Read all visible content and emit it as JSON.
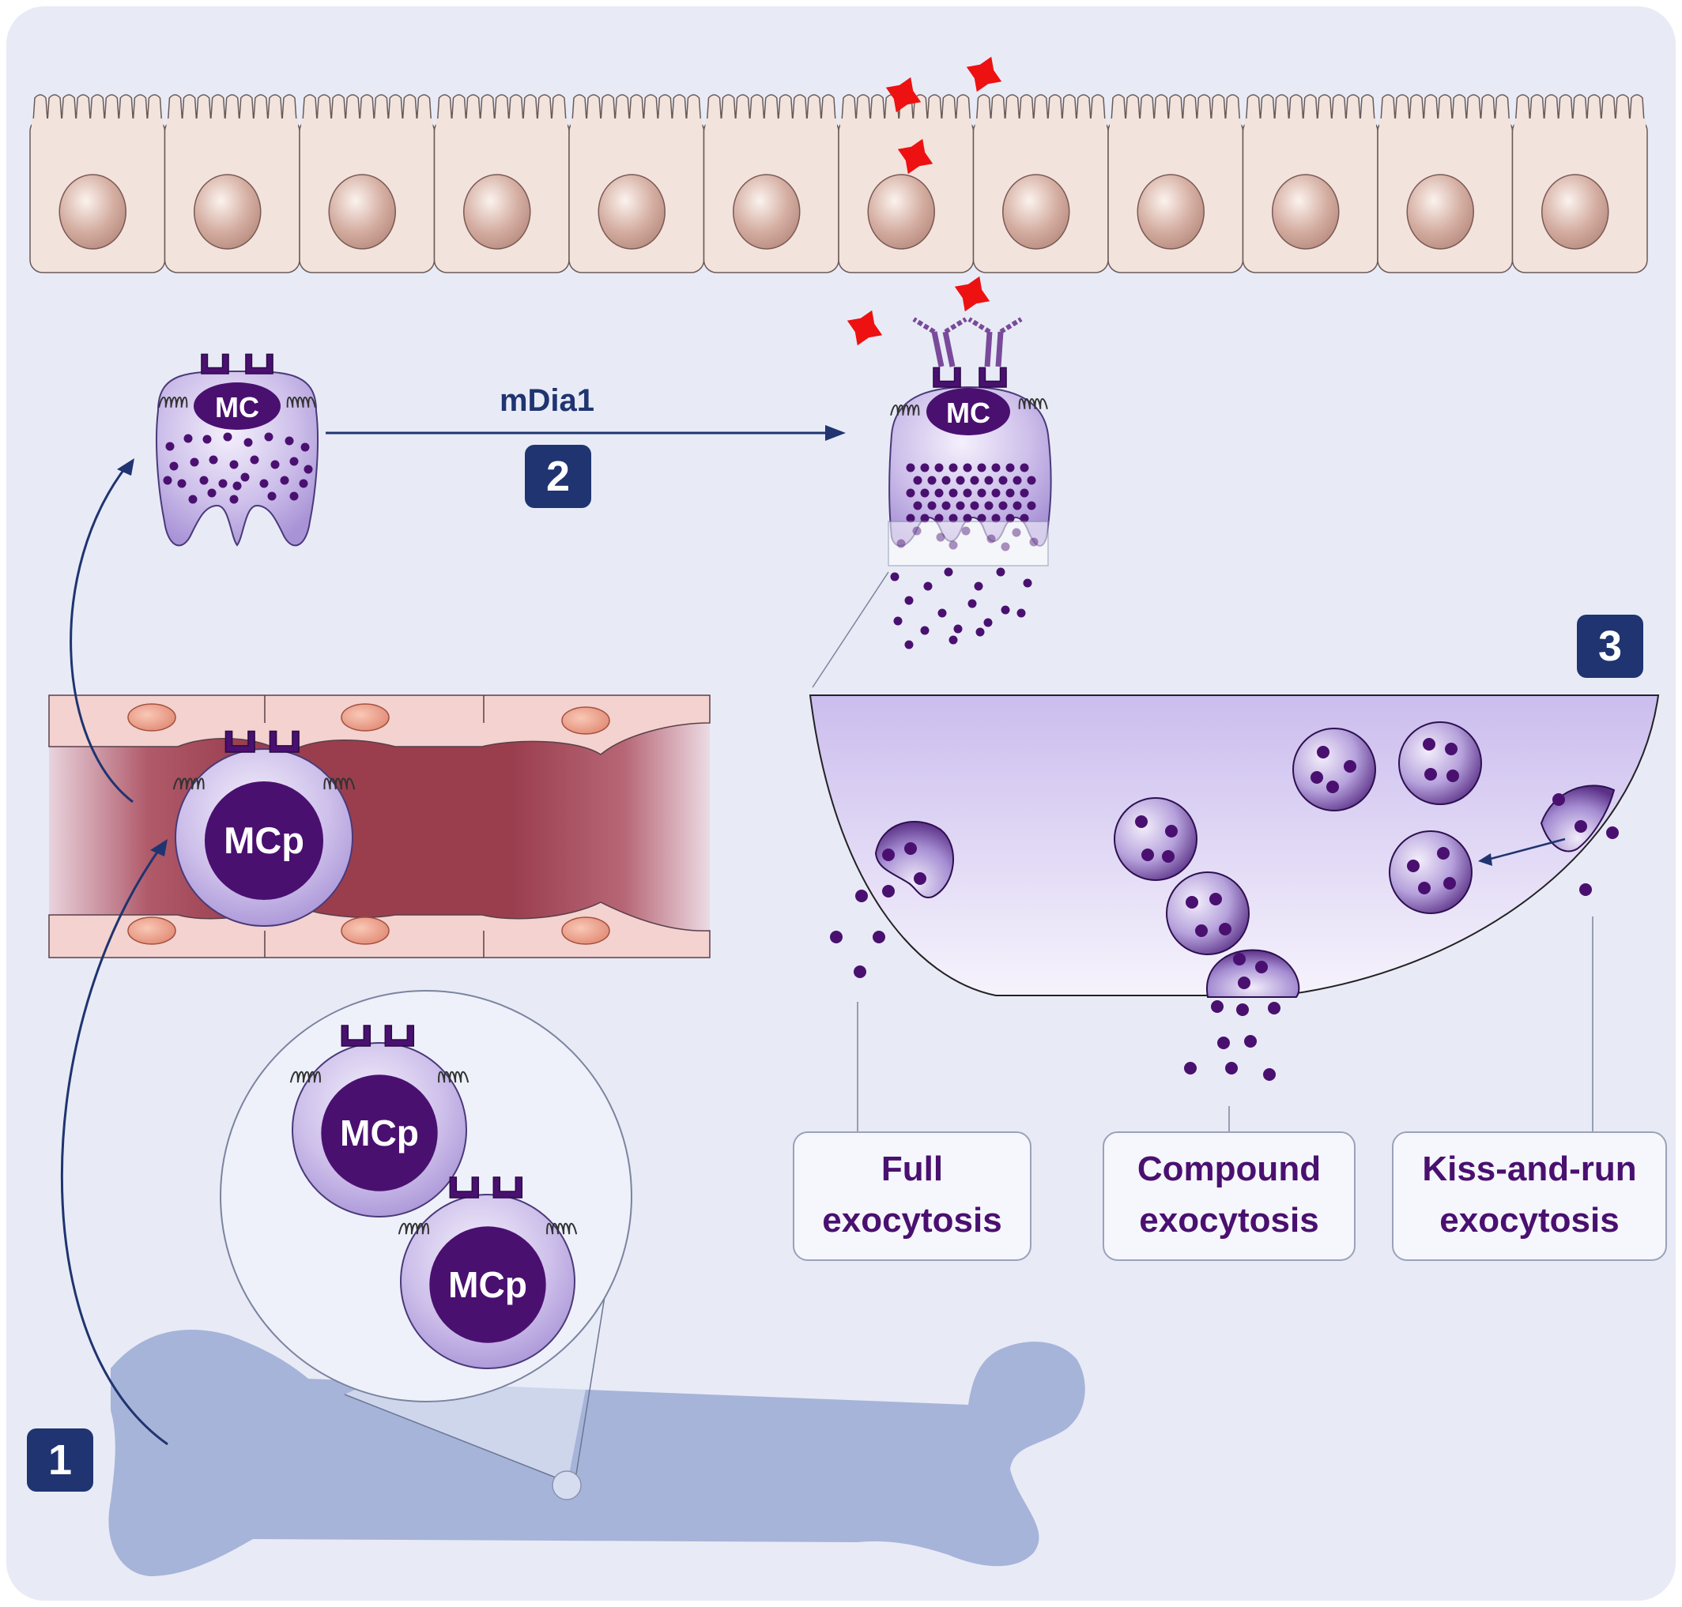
{
  "labels": {
    "mdia1": "mDia1",
    "step1": "1",
    "step2": "2",
    "step3": "3",
    "mc_top_left": "MC",
    "mc_activated": "MC",
    "mcp_vessel": "MCp",
    "mcp_marrow_1": "MCp",
    "mcp_marrow_2": "MCp"
  },
  "exocytosis_types": [
    {
      "line1": "Full",
      "line2": "exocytosis"
    },
    {
      "line1": "Compound",
      "line2": "exocytosis"
    },
    {
      "line1": "Kiss-and-run",
      "line2": "exocytosis"
    }
  ],
  "colors": {
    "background": "#e8ebf6",
    "navy": "#1f3470",
    "purple_dark": "#4a1070",
    "purple_light": "#c9bfe9",
    "epithelium": "#f3e3dd",
    "vessel": "#9c4150",
    "bone": "#a7b4d9",
    "allergen": "#ee1111"
  },
  "icons": [
    "allergen-icon",
    "granule-icon",
    "receptor-icon",
    "integrin-coil-icon"
  ]
}
